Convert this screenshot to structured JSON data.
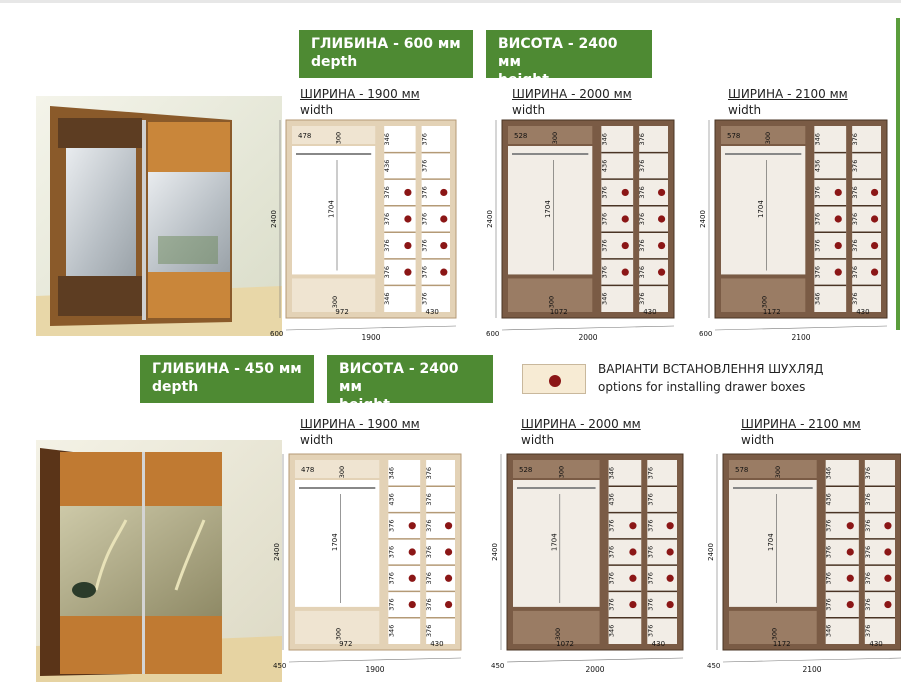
{
  "colors": {
    "accent_green": "#4e8a33",
    "drawer_dot": "#8b1616",
    "wood_light": "#e3d2b6",
    "wood_dark": "#7a5b45"
  },
  "top_section": {
    "depth_badge": {
      "line1": "ГЛИБИНА - 600 мм",
      "line2": "depth"
    },
    "height_badge": {
      "line1": "ВИСОТА - 2400 мм",
      "line2": "height"
    },
    "depth_value": "600",
    "wardrobes": [
      {
        "width_label": "ШИРИНА - 1900 мм",
        "width_en": "width",
        "total": "1900",
        "left_w": "478",
        "mid": "972",
        "right": "430",
        "depth": "600"
      },
      {
        "width_label": "ШИРИНА - 2000 мм",
        "width_en": "width",
        "total": "2000",
        "left_w": "528",
        "mid": "1072",
        "right": "430",
        "depth": "600"
      },
      {
        "width_label": "ШИРИНА - 2100 мм",
        "width_en": "width",
        "total": "2100",
        "left_w": "578",
        "mid": "1172",
        "right": "430",
        "depth": "600"
      }
    ]
  },
  "bottom_section": {
    "depth_badge": {
      "line1": "ГЛИБИНА - 450 мм",
      "line2": "depth"
    },
    "height_badge": {
      "line1": "ВИСОТА - 2400 мм",
      "line2": "height"
    },
    "depth_value": "450",
    "wardrobes": [
      {
        "width_label": "ШИРИНА - 1900 мм",
        "width_en": "width",
        "total": "1900",
        "left_w": "478",
        "mid": "972",
        "right": "430",
        "depth": "450"
      },
      {
        "width_label": "ШИРИНА - 2000 мм",
        "width_en": "width",
        "total": "2000",
        "left_w": "528",
        "mid": "1072",
        "right": "430",
        "depth": "450"
      },
      {
        "width_label": "ШИРИНА - 2100 мм",
        "width_en": "width",
        "total": "2100",
        "left_w": "578",
        "mid": "1172",
        "right": "430",
        "depth": "450"
      }
    ]
  },
  "dimensions": {
    "height": "2400",
    "top_shelf": "300",
    "hang_height": "1704",
    "bottom_shelf": "300",
    "col_top": "346",
    "col_second": "436",
    "col_shelf": "376"
  },
  "legend": {
    "line1": "ВАРІАНТИ ВСТАНОВЛЕННЯ ШУХЛЯД",
    "line2": "options for installing drawer boxes"
  }
}
